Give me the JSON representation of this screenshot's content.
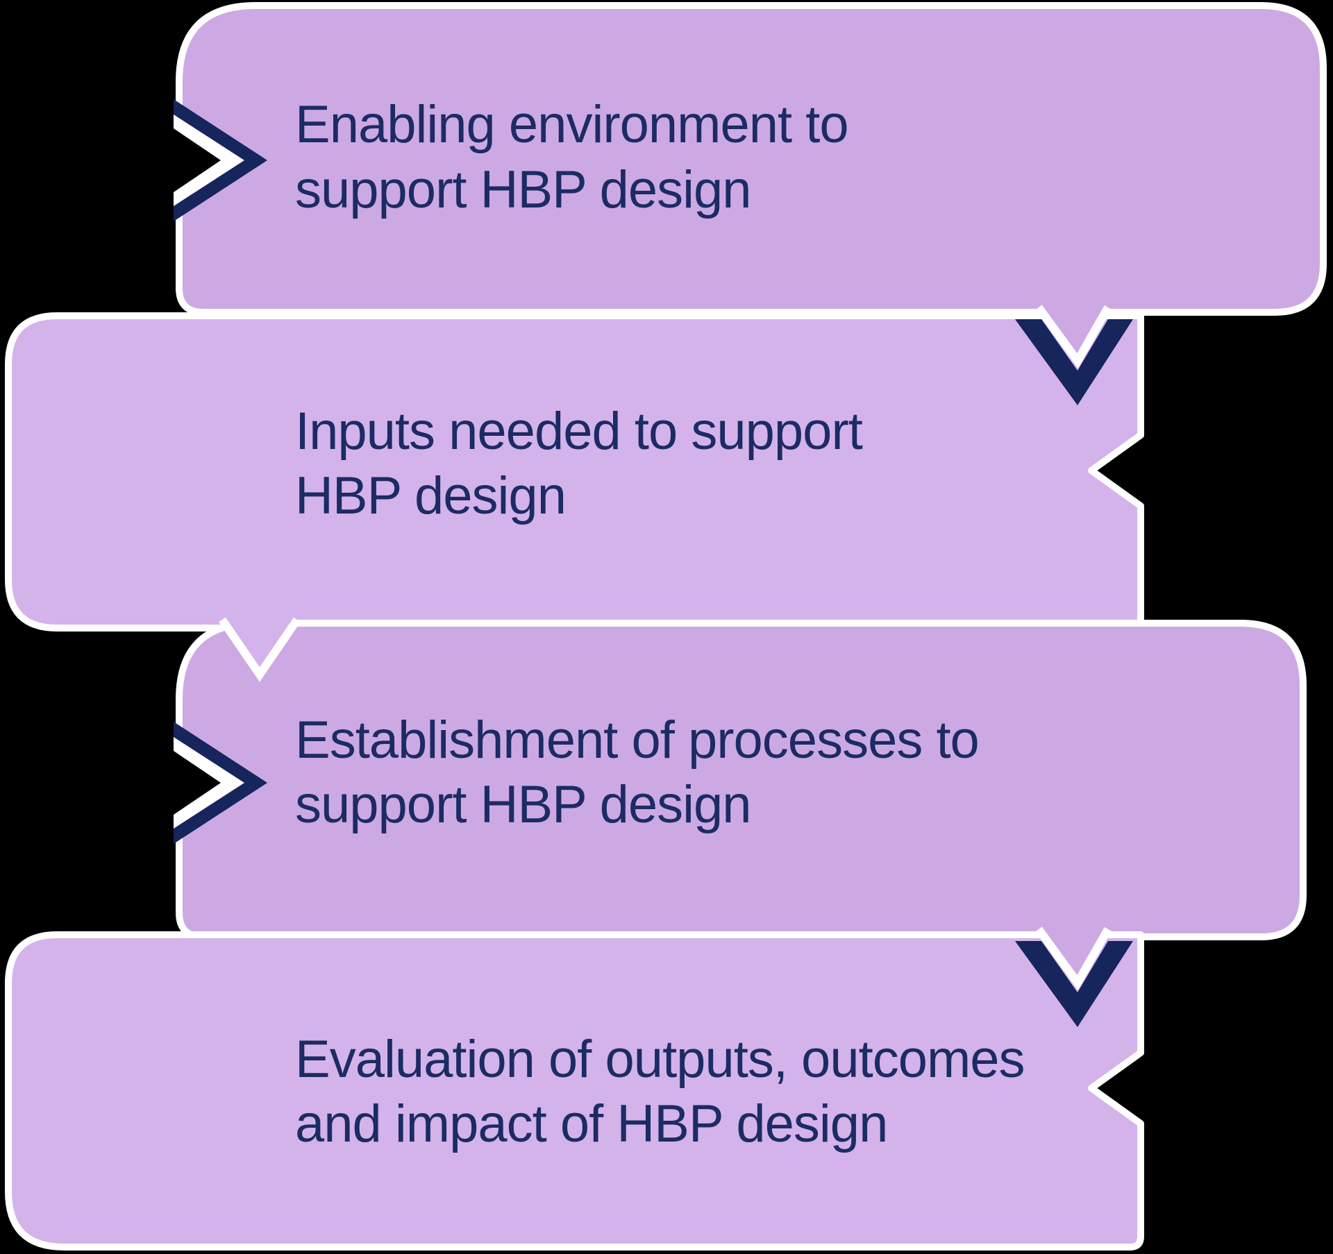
{
  "diagram": {
    "background_color": "#000000",
    "palette": {
      "box_odd_fill": "#cda9e4",
      "box_even_fill": "#d4b3ea",
      "outline_white": "#ffffff",
      "chevron_navy": "#16255b",
      "text_navy": "#1c2b64",
      "notch_background": "#000000"
    },
    "steps": [
      {
        "line1": "Enabling environment to",
        "line2": "support HBP design"
      },
      {
        "line1": "Inputs needed to support",
        "line2": "HBP design"
      },
      {
        "line1": "Establishment of processes to",
        "line2": "support HBP design"
      },
      {
        "line1": "Evaluation of outputs, outcomes",
        "line2": "and impact of HBP design"
      }
    ],
    "connectors": [
      {
        "type": "down-chevron",
        "from_step": 1,
        "to_step": 2
      },
      {
        "type": "down-chevron",
        "from_step": 3,
        "to_step": 4
      }
    ],
    "accents": [
      {
        "type": "right-chevron",
        "on_step": 1
      },
      {
        "type": "right-chevron",
        "on_step": 3
      }
    ]
  }
}
